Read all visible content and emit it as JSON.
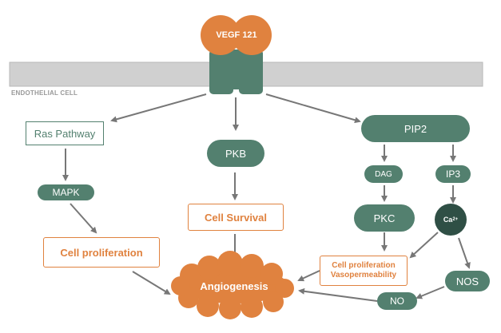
{
  "membrane_label": "ENDOTHELIAL CELL",
  "ligand": "VEGF 121",
  "nodes": {
    "ras": "Ras Pathway",
    "mapk": "MAPK",
    "cell_prolif": "Cell proliferation",
    "pkb": "PKB",
    "cell_survival": "Cell Survival",
    "pip2": "PIP2",
    "dag": "DAG",
    "ip3": "IP3",
    "pkc": "PKC",
    "ca": "Ca",
    "ca_sup": "2+",
    "cell_prolif2_line1": "Cell proliferation",
    "cell_prolif2_line2": "Vasopermeability",
    "nos": "NOS",
    "no": "NO",
    "angiogenesis": "Angiogenesis"
  },
  "colors": {
    "teal": "#53806f",
    "dark_teal": "#2f4f45",
    "orange": "#e0823f",
    "membrane": "#d0d0d0",
    "arrow": "#777777"
  }
}
